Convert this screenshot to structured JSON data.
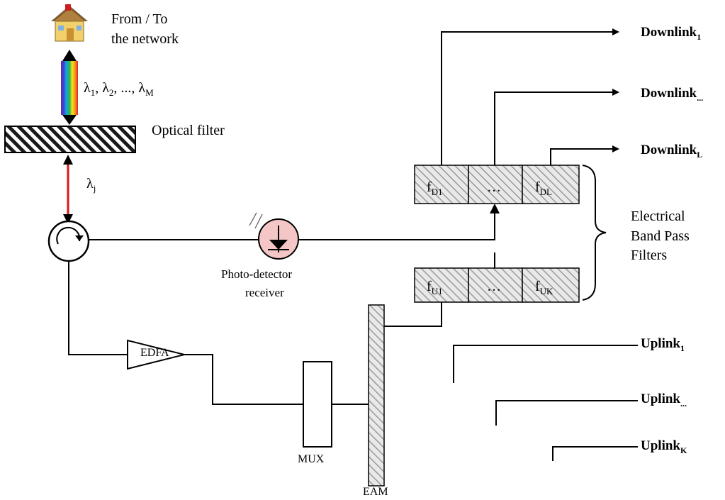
{
  "network": {
    "label_line1": "From / To",
    "label_line2": "the network"
  },
  "wavelengths": {
    "all": "λ1, λ2, ..., λM",
    "all_parts": [
      "λ",
      "1",
      ", λ",
      "2",
      ", ..., λ",
      "M"
    ],
    "selected_base": "λ",
    "selected_sub": "j"
  },
  "optical_filter": {
    "label": "Optical filter"
  },
  "photodiode": {
    "label_line1": "Photo-detector",
    "label_line2": "receiver"
  },
  "downlink_filters": {
    "cells": [
      {
        "base": "f",
        "sub": "D1"
      },
      {
        "base": "…",
        "sub": ""
      },
      {
        "base": "f",
        "sub": "DL"
      }
    ]
  },
  "uplink_filters": {
    "cells": [
      {
        "base": "f",
        "sub": "U1"
      },
      {
        "base": "…",
        "sub": ""
      },
      {
        "base": "f",
        "sub": "UK"
      }
    ]
  },
  "band_pass": {
    "line1": "Electrical",
    "line2": "Band Pass",
    "line3": "Filters"
  },
  "downlinks": [
    {
      "base": "Downlink",
      "sub": "1"
    },
    {
      "base": "Downlink",
      "sub": "..."
    },
    {
      "base": "Downlink",
      "sub": "L"
    }
  ],
  "uplinks": [
    {
      "base": "Uplink",
      "sub": "1"
    },
    {
      "base": "Uplink",
      "sub": "..."
    },
    {
      "base": "Uplink",
      "sub": "K"
    }
  ],
  "blocks": {
    "edfa": "EDFA",
    "mux": "MUX",
    "eam": "EAM"
  },
  "colors": {
    "spectrum": [
      "#7a1fa2",
      "#2b4bd6",
      "#1aa7e0",
      "#22b24c",
      "#f2e21b",
      "#f39a1b",
      "#e32222"
    ],
    "lambda_arrow": "#e01414",
    "photodiode_fill": "#f4c6c6"
  }
}
